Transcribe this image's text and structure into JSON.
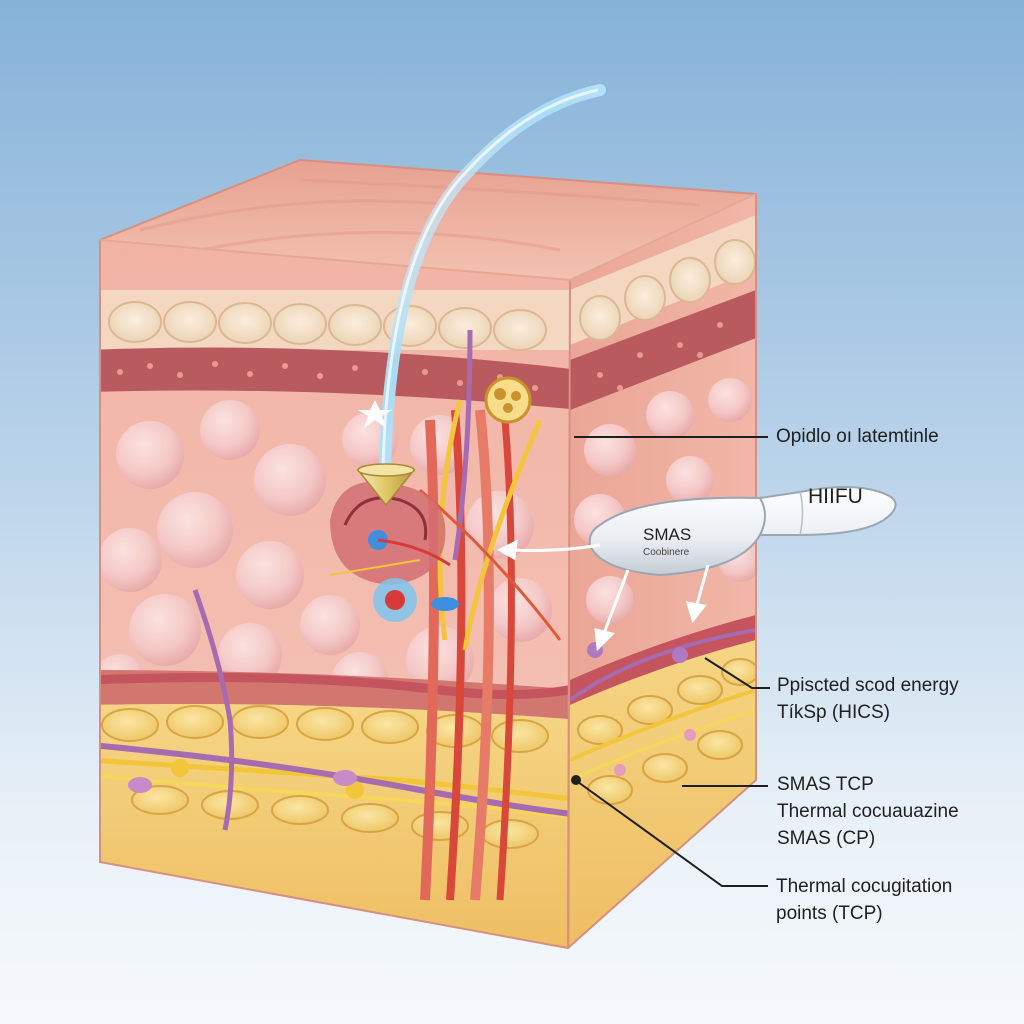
{
  "labels": {
    "label_1": "Opidlo oı latemtinle",
    "label_2_line1": "Ppiscted scod energy",
    "label_2_line2": "TíkSp (HICS)",
    "label_3_line1": "SMAS TCP",
    "label_3_line2": "Thermal cocuauazine",
    "label_3_line3": "SMAS (CP)",
    "label_4_line1": "Thermal cocugitation",
    "label_4_line2": "points (TCP)"
  },
  "probe": {
    "tip_label": "HIIFU",
    "body_label": "SMAS",
    "body_sublabel": "Coobinere"
  },
  "colors": {
    "background_top": "#86b2d8",
    "skin": "#f0b3a6",
    "dermis_band": "#b8525a",
    "fat": "#f2cd72",
    "nerve": "#f2c53a",
    "vessel": "#e05a3a",
    "beam": "#9fd4f0"
  }
}
